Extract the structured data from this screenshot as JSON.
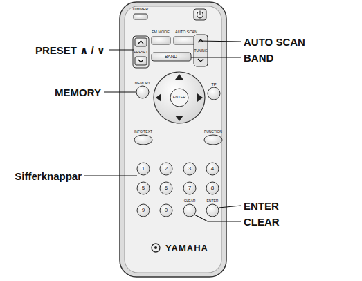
{
  "diagram": {
    "labels": [
      "PRESET ∧ / ∨",
      "AUTO SCAN",
      "BAND",
      "MEMORY",
      "Sifferknappar",
      "ENTER",
      "CLEAR",
      "DIMMER",
      "FM MODE",
      "AUTO SCAN",
      "PRESET",
      "TUNING",
      "BAND",
      "MEMORY",
      "TP",
      "ENTER",
      "INFO/TEXT",
      "FUNCTION",
      "1",
      "2",
      "3",
      "4",
      "5",
      "6",
      "7",
      "8",
      "9",
      "0",
      "CLEAR",
      "ENTER",
      "YAMAHA"
    ]
  }
}
